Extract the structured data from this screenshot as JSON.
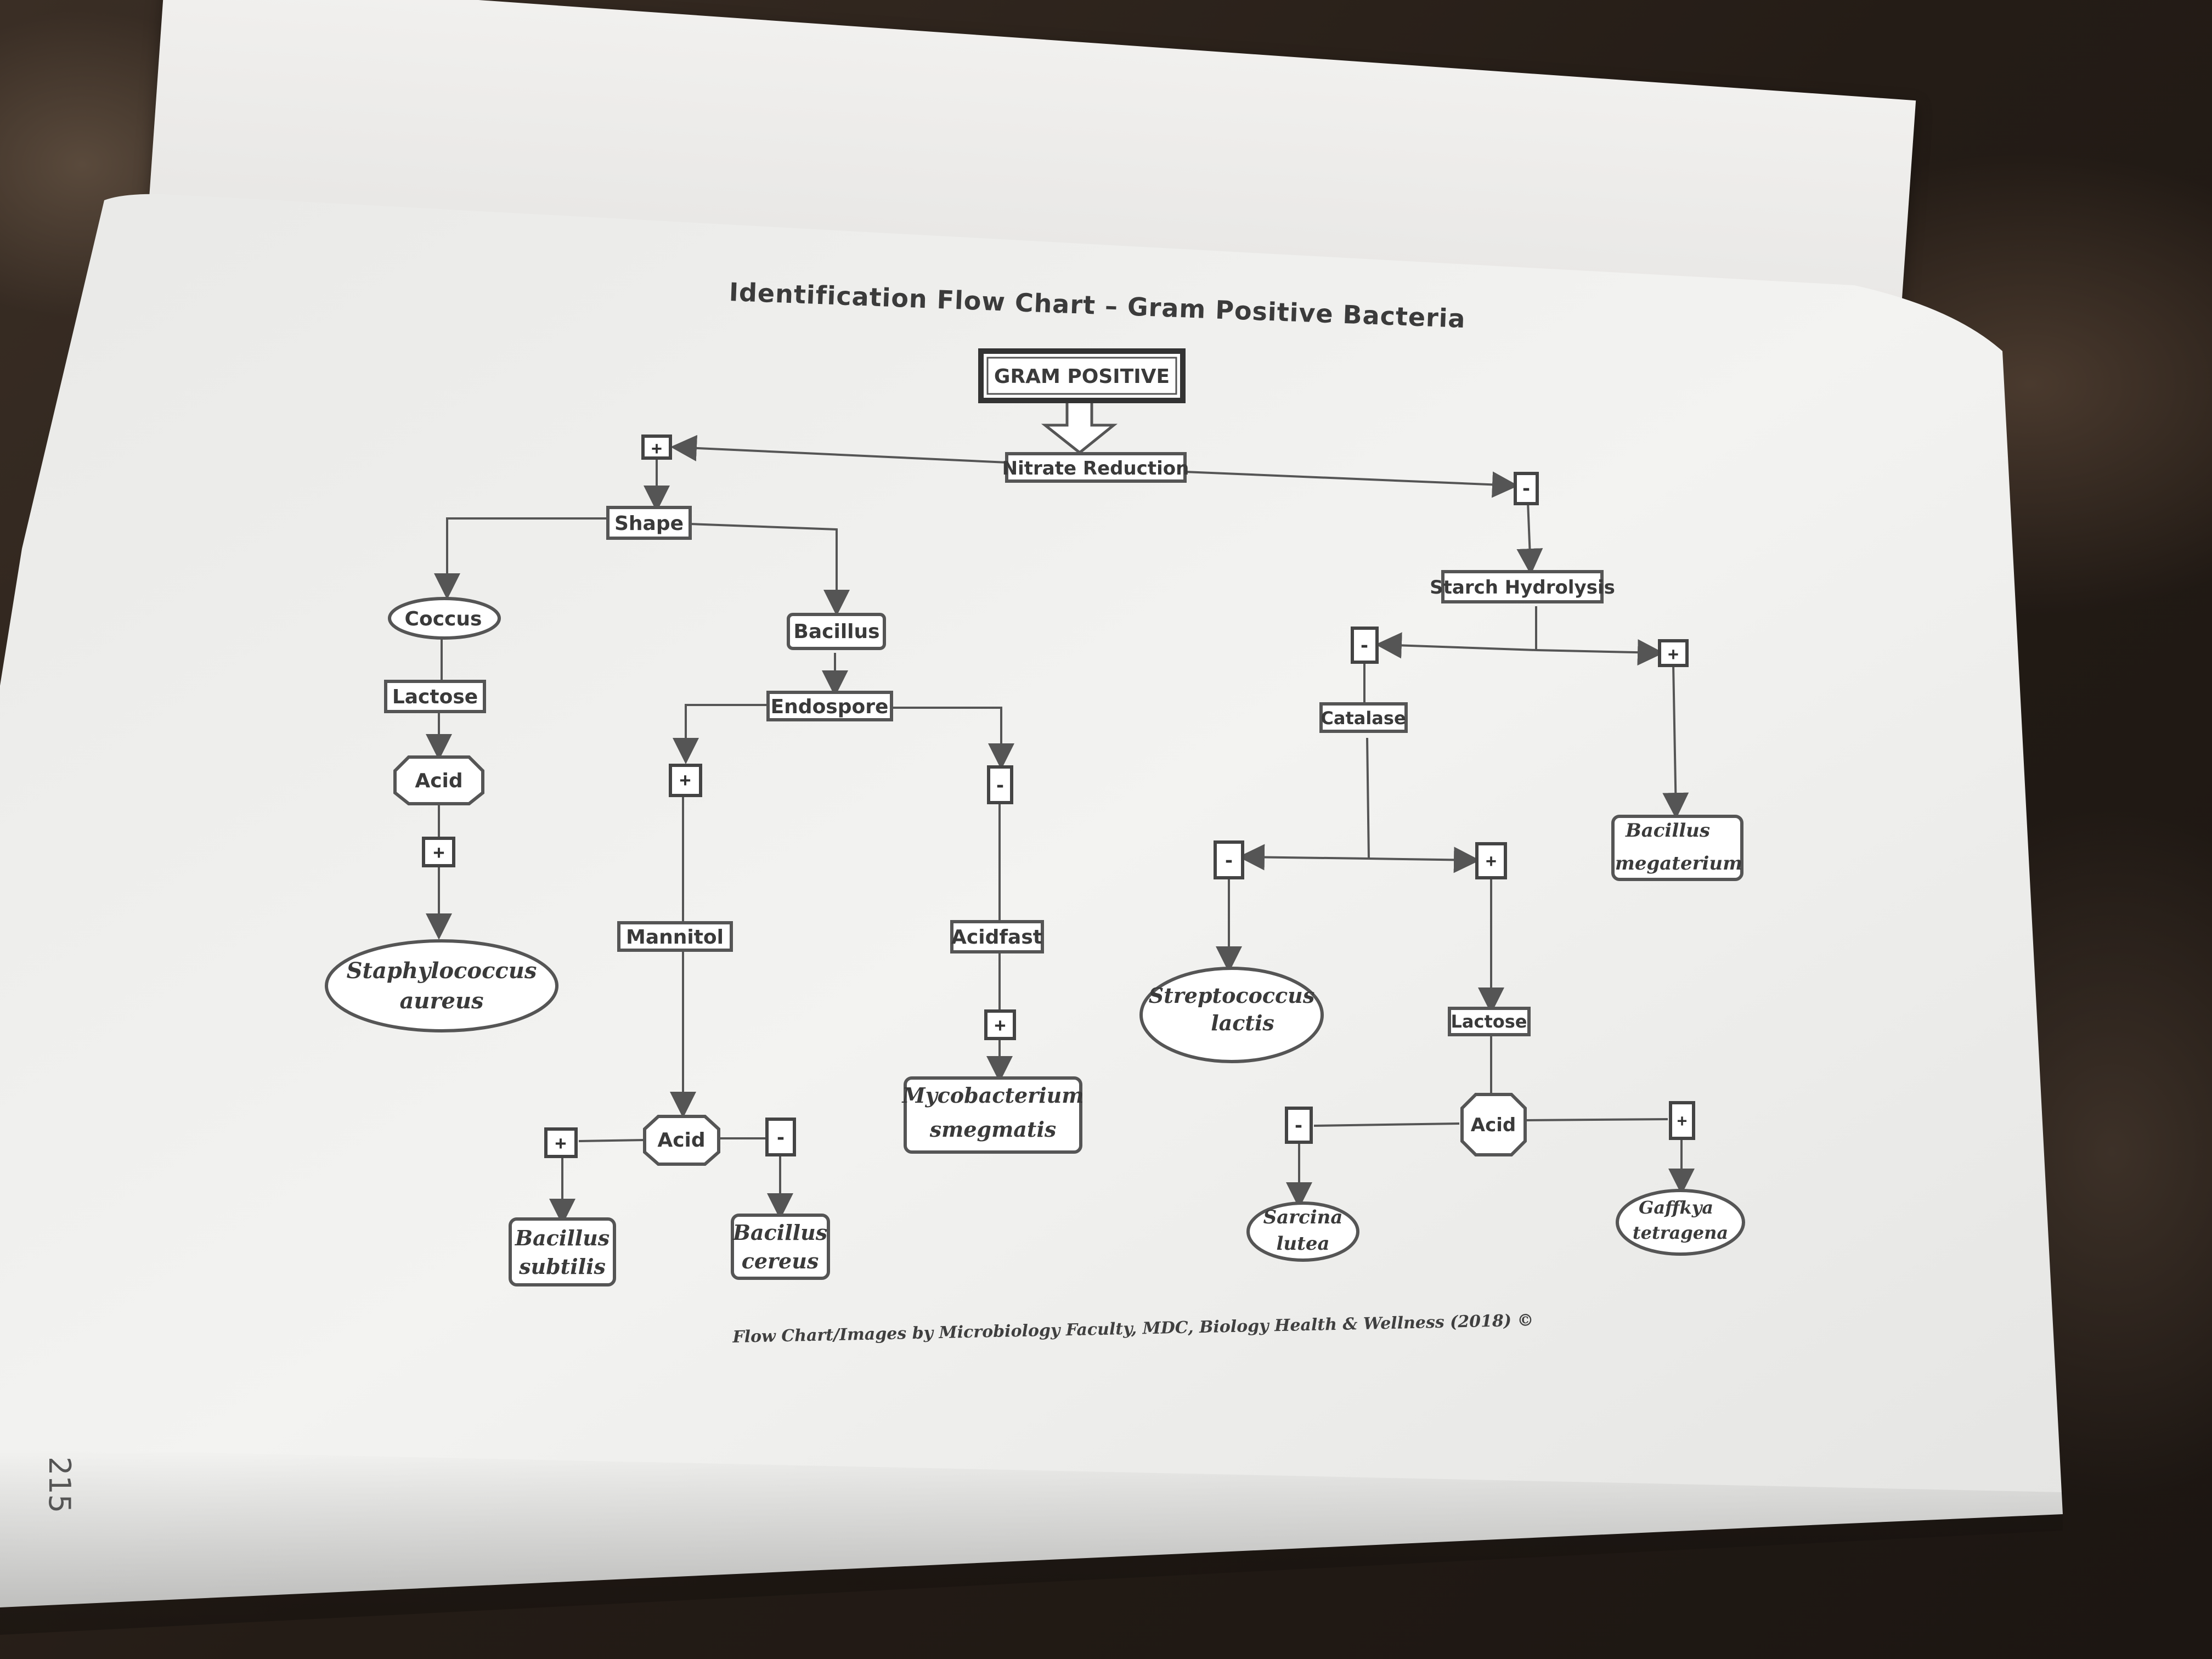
{
  "page": {
    "title": "Identification Flow Chart – Gram Positive Bacteria",
    "caption": "Flow Chart/Images by Microbiology Faculty, MDC, Biology Health & Wellness (2018) ©",
    "page_number": "215"
  },
  "diagram": {
    "root": "GRAM POSITIVE",
    "tests": {
      "nitrate": "Nitrate Reduction",
      "shape": "Shape",
      "starch": "Starch Hydrolysis",
      "catalase": "Catalase",
      "lactose_left": "Lactose",
      "lactose_right": "Lactose",
      "endospore": "Endospore",
      "mannitol": "Mannitol",
      "acidfast": "Acidfast"
    },
    "shapes": {
      "coccus": "Coccus",
      "bacillus": "Bacillus"
    },
    "results": {
      "acid_left": "Acid",
      "acid_mid": "Acid",
      "acid_right": "Acid"
    },
    "signs": {
      "nitrate_pos": "+",
      "nitrate_neg": "-",
      "lactose_acid_pos": "+",
      "endospore_pos": "+",
      "endospore_neg": "-",
      "acidfast_pos": "+",
      "mannitol_pos": "+",
      "mannitol_neg": "-",
      "starch_neg": "-",
      "starch_pos": "+",
      "catalase_neg": "-",
      "catalase_pos": "+",
      "lactose_neg": "-",
      "lactose_pos": "+"
    },
    "organisms": {
      "staph": [
        "Staphylococcus",
        "aureus"
      ],
      "bsubtilis": [
        "Bacillus",
        "subtilis"
      ],
      "bcereus": [
        "Bacillus",
        "cereus"
      ],
      "myco": [
        "Mycobacterium",
        "smegmatis"
      ],
      "strep": [
        "Streptococcus",
        "lactis"
      ],
      "sarcina": [
        "Sarcina",
        "lutea"
      ],
      "gaffkya": [
        "Gaffkya",
        "tetragena"
      ],
      "bmega": [
        "Bacillus",
        "megaterium"
      ]
    }
  }
}
